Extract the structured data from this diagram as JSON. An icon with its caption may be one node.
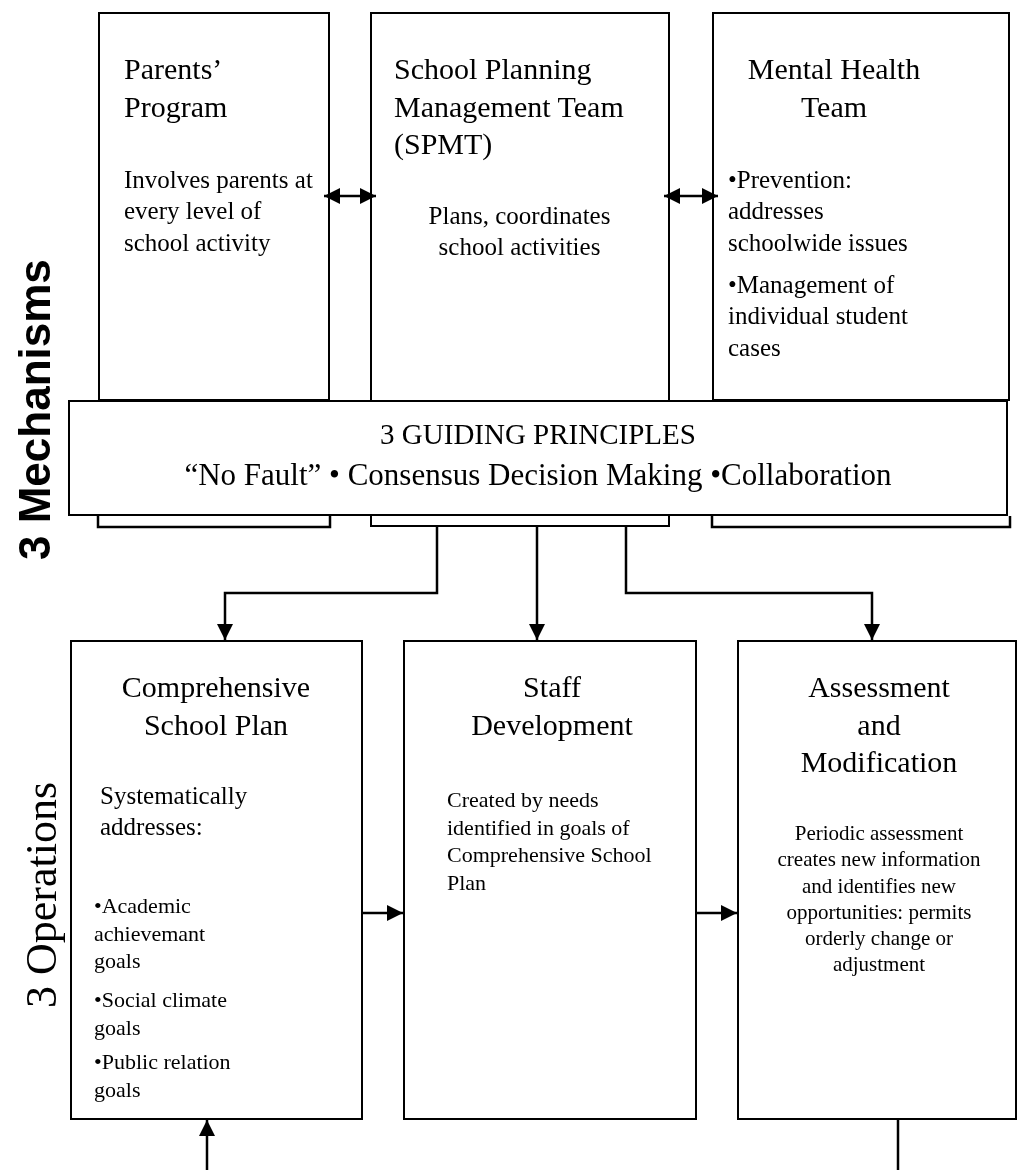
{
  "diagram": {
    "nodes": [
      {
        "text": [
          "Parents’ Program",
          "Involves parents at every level of school activity"
        ]
      },
      {
        "text": [
          "School Planning Management Team (SPMT)",
          "Plans, coordinates school activities"
        ]
      },
      {
        "text": [
          "Mental Health Team",
          "•Prevention: addresses schoolwide issues",
          "•Management of individual student cases"
        ]
      },
      {
        "text": [
          "3 GUIDING PRINCIPLES",
          "“No Fault”  •  Consensus Decision Making •Collaboration"
        ]
      },
      {
        "text": [
          "Comprehensive School Plan",
          "Systematically addresses:",
          "•Academic achievemant goals",
          "•Social climate goals",
          "•Public relation goals"
        ]
      },
      {
        "text": [
          "Staff Development",
          "Created by needs identified in goals of Comprehensive School Plan"
        ]
      },
      {
        "text": [
          "Assessment and Modification",
          "Periodic assessment creates new information and identifies new opportunities: permits orderly change or adjustment"
        ]
      }
    ],
    "edges": [
      {
        "from": 0,
        "to": 1,
        "arrow": "both"
      },
      {
        "from": 1,
        "to": 2,
        "arrow": "both"
      },
      {
        "from": 1,
        "to": 4,
        "arrow": "to"
      },
      {
        "from": 1,
        "to": 5,
        "arrow": "to"
      },
      {
        "from": 1,
        "to": 6,
        "arrow": "to"
      },
      {
        "from": 4,
        "to": 5,
        "arrow": "to"
      },
      {
        "from": 5,
        "to": 6,
        "arrow": "to"
      },
      {
        "from": null,
        "to": 4,
        "arrow": "to"
      },
      {
        "from": 6,
        "to": null,
        "arrow": "none"
      }
    ],
    "labels": [
      "3 Mechanisms",
      "3 Operations"
    ]
  }
}
